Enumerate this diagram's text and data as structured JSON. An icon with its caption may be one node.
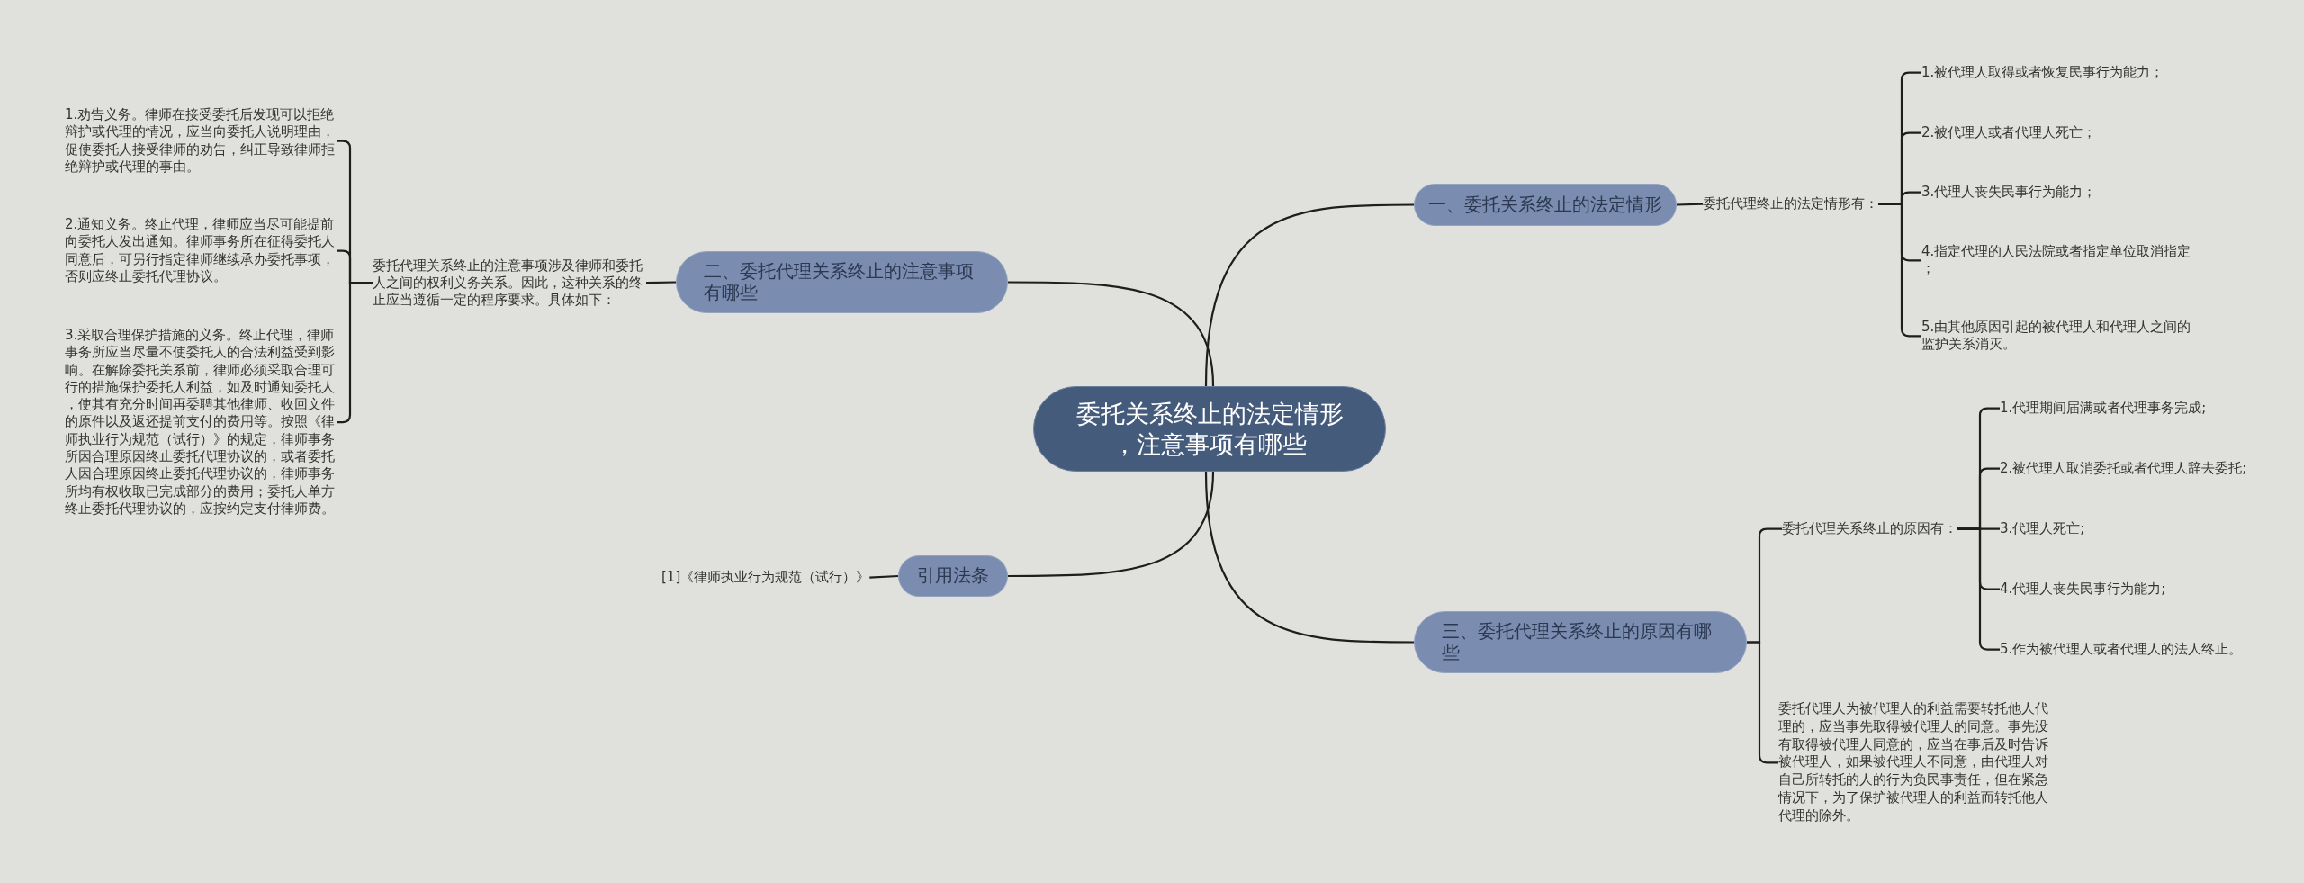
{
  "diagram": {
    "nodes": [
      {
        "text": [
          "委托关系终止的法定情形，注意事项有哪些"
        ]
      },
      {
        "text": [
          "一、委托关系终止的法定情形"
        ]
      },
      {
        "text": [
          "委托代理终止的法定情形有："
        ]
      },
      {
        "text": [
          "1.被代理人取得或者恢复民事行为能力；"
        ]
      },
      {
        "text": [
          "2.被代理人或者代理人死亡；"
        ]
      },
      {
        "text": [
          "3.代理人丧失民事行为能力；"
        ]
      },
      {
        "text": [
          "4.指定代理的人民法院或者指定单位取消指定；"
        ]
      },
      {
        "text": [
          "5.由其他原因引起的被代理人和代理人之间的监护关系消灭。"
        ]
      },
      {
        "text": [
          "二、委托代理关系终止的注意事项有哪些"
        ]
      },
      {
        "text": [
          "委托代理关系终止的注意事项涉及律师和委托人之间的权利义务关系。因此，这种关系的终止应当遵循一定的程序要求。具体如下："
        ]
      },
      {
        "text": [
          "1.劝告义务。律师在接受委托后发现可以拒绝辩护或代理的情况，应当向委托人说明理由，促使委托人接受律师的劝告，纠正导致律师拒绝辩护或代理的事由。"
        ]
      },
      {
        "text": [
          "2.通知义务。终止代理，律师应当尽可能提前向委托人发出通知。律师事务所在征得委托人同意后，可另行指定律师继续承办委托事项，否则应终止委托代理协议。"
        ]
      },
      {
        "text": [
          "3.采取合理保护措施的义务。终止代理，律师事务所应当尽量不使委托人的合法利益受到影响。在解除委托关系前，律师必须采取合理可行的措施保护委托人利益，如及时通知委托人，使其有充分时间再委聘其他律师、收回文件的原件以及返还提前支付的费用等。按照《律师执业行为规范（试行）》的规定，律师事务所因合理原因终止委托代理协议的，或者委托人因合理原因终止委托代理协议的，律师事务所均有权收取已完成部分的费用；委托人单方终止委托代理协议的，应按约定支付律师费。"
        ]
      },
      {
        "text": [
          "引用法条"
        ]
      },
      {
        "text": [
          "[1]《律师执业行为规范（试行）》"
        ]
      },
      {
        "text": [
          "三、委托代理关系终止的原因有哪些"
        ]
      },
      {
        "text": [
          "委托代理关系终止的原因有："
        ]
      },
      {
        "text": [
          "1.代理期间届满或者代理事务完成;"
        ]
      },
      {
        "text": [
          "2.被代理人取消委托或者代理人辞去委托;"
        ]
      },
      {
        "text": [
          "3.代理人死亡;"
        ]
      },
      {
        "text": [
          "4.代理人丧失民事行为能力;"
        ]
      },
      {
        "text": [
          "5.作为被代理人或者代理人的法人终止。"
        ]
      },
      {
        "text": [
          "委托代理人为被代理人的利益需要转托他人代理的，应当事先取得被代理人的同意。事先没有取得被代理人同意的，应当在事后及时告诉被代理人，如果被代理人不同意，由代理人对自己所转托的人的行为负民事责任，但在紧急情况下，为了保护被代理人的利益而转托他人代理的除外。"
        ]
      }
    ],
    "edges": [
      {
        "from": 0,
        "to": 1,
        "arrow": "none"
      },
      {
        "from": 1,
        "to": 2,
        "arrow": "none"
      },
      {
        "from": 2,
        "to": 3,
        "arrow": "none"
      },
      {
        "from": 2,
        "to": 4,
        "arrow": "none"
      },
      {
        "from": 2,
        "to": 5,
        "arrow": "none"
      },
      {
        "from": 2,
        "to": 6,
        "arrow": "none"
      },
      {
        "from": 2,
        "to": 7,
        "arrow": "none"
      },
      {
        "from": 0,
        "to": 8,
        "arrow": "none"
      },
      {
        "from": 8,
        "to": 9,
        "arrow": "none"
      },
      {
        "from": 9,
        "to": 10,
        "arrow": "none"
      },
      {
        "from": 9,
        "to": 11,
        "arrow": "none"
      },
      {
        "from": 9,
        "to": 12,
        "arrow": "none"
      },
      {
        "from": 0,
        "to": 13,
        "arrow": "none"
      },
      {
        "from": 13,
        "to": 14,
        "arrow": "none"
      },
      {
        "from": 0,
        "to": 15,
        "arrow": "none"
      },
      {
        "from": 15,
        "to": 16,
        "arrow": "none"
      },
      {
        "from": 16,
        "to": 17,
        "arrow": "none"
      },
      {
        "from": 16,
        "to": 18,
        "arrow": "none"
      },
      {
        "from": 16,
        "to": 19,
        "arrow": "none"
      },
      {
        "from": 16,
        "to": 20,
        "arrow": "none"
      },
      {
        "from": 16,
        "to": 21,
        "arrow": "none"
      },
      {
        "from": 15,
        "to": 22,
        "arrow": "none"
      }
    ]
  }
}
